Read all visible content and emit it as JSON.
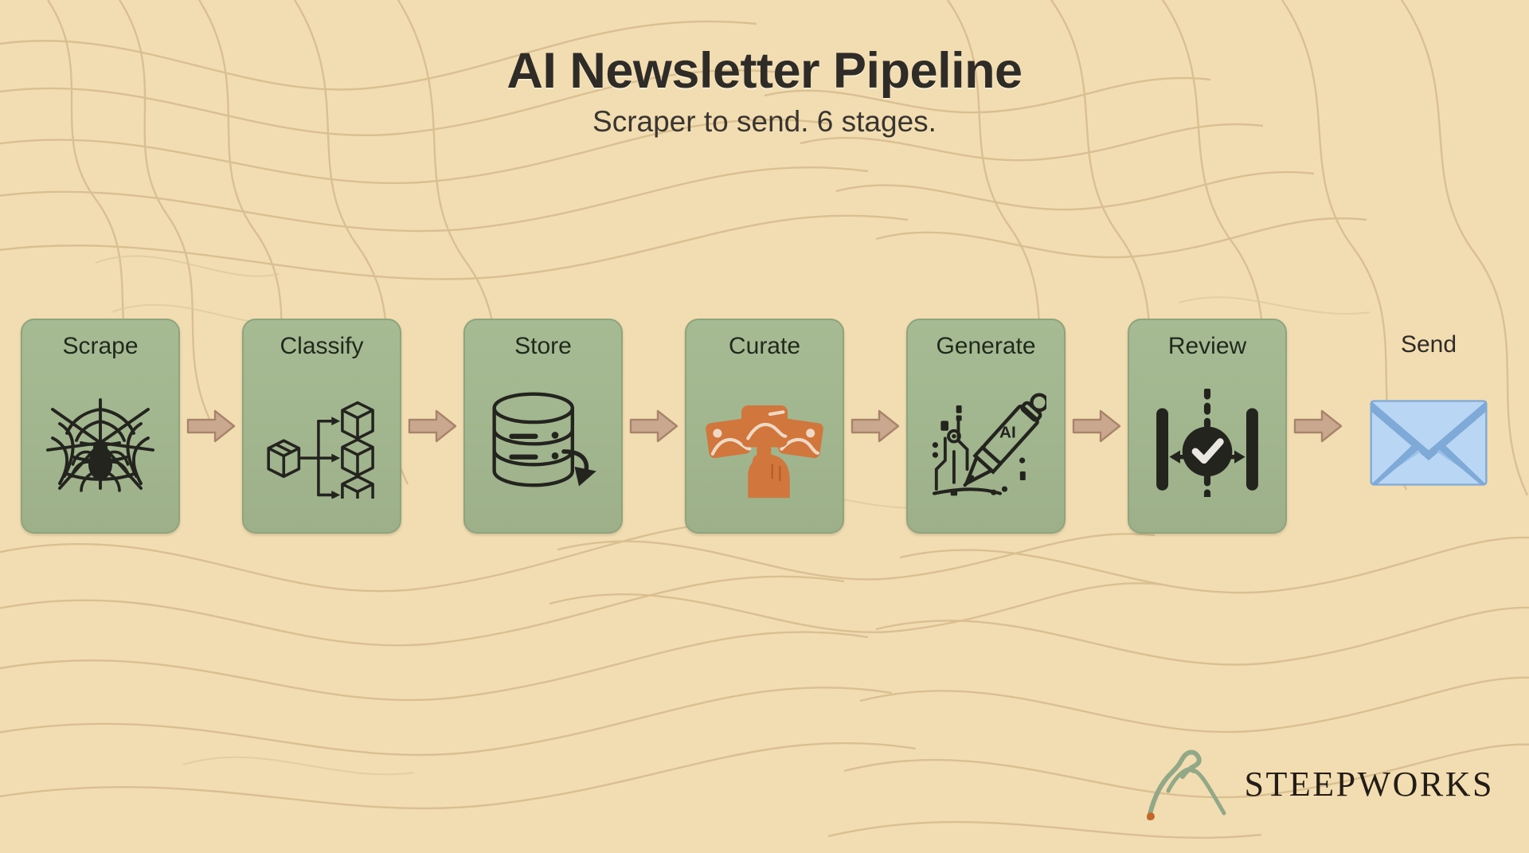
{
  "header": {
    "title": "AI Newsletter Pipeline",
    "subtitle": "Scraper to send. 6 stages."
  },
  "colors": {
    "background": "#f2ddb2",
    "topo_line": "#d9bf92",
    "card_fill": "#a3b790",
    "card_border": "#8fa47c",
    "card_fill_bottom": "#9db08a",
    "label_text": "#1f2a1c",
    "title_text": "#2f2b26",
    "icon_dark": "#24241f",
    "arrow_fill": "#c9a88f",
    "arrow_stroke": "#a8856a",
    "accent_orange": "#d1763c",
    "envelope_light": "#bcd8f5",
    "envelope_mid": "#a8c6e8",
    "envelope_fold": "#7aa6d2",
    "brand_mark_green": "#93a886",
    "brand_dot_orange": "#c2682a",
    "brand_text": "#241d16"
  },
  "pipeline": {
    "stage_count": 6,
    "stages": [
      {
        "label": "Scrape",
        "icon": "spider-web-icon",
        "carded": true,
        "icon_style": "dark-line"
      },
      {
        "label": "Classify",
        "icon": "boxes-branching-icon",
        "carded": true,
        "icon_style": "dark-line"
      },
      {
        "label": "Store",
        "icon": "database-cylinder-icon",
        "carded": true,
        "icon_style": "dark-line"
      },
      {
        "label": "Curate",
        "icon": "hand-select-cards-icon",
        "carded": true,
        "icon_style": "orange-solid"
      },
      {
        "label": "Generate",
        "icon": "ai-pen-circuit-icon",
        "carded": true,
        "icon_style": "dark-line"
      },
      {
        "label": "Review",
        "icon": "check-gate-icon",
        "carded": true,
        "icon_style": "dark-solid"
      },
      {
        "label": "Send",
        "icon": "envelope-icon",
        "carded": false,
        "icon_style": "blue-solid"
      }
    ],
    "connector": {
      "icon": "right-arrow-icon",
      "count": 6
    }
  },
  "brand": {
    "name": "STEEPWORKS",
    "mark": "mountain-peak-icon"
  }
}
